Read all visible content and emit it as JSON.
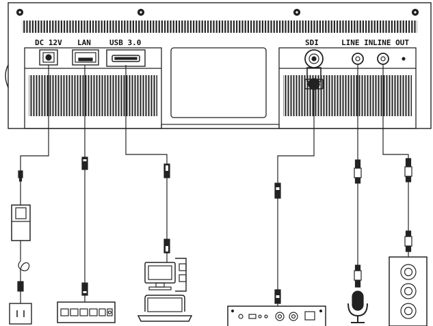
{
  "ports": {
    "dc": "DC 12V",
    "lan": "LAN",
    "usb": "USB 3.0",
    "sdi": "SDI",
    "line_in": "LINE IN",
    "line_out": "LINE OUT"
  },
  "devices": {
    "outlet": "power-outlet",
    "adapter": "power-adapter",
    "switch": "network-switch",
    "computer": "computer",
    "camera": "sdi-camera",
    "microphone": "microphone",
    "speaker": "speaker"
  }
}
